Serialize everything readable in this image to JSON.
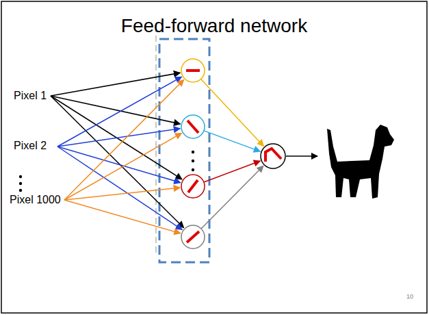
{
  "diagram": {
    "title": "Feed-forward network",
    "labels": [
      "Pixel 1",
      "Pixel 2",
      "Pixel 1000",
      "10"
    ]
  }
}
